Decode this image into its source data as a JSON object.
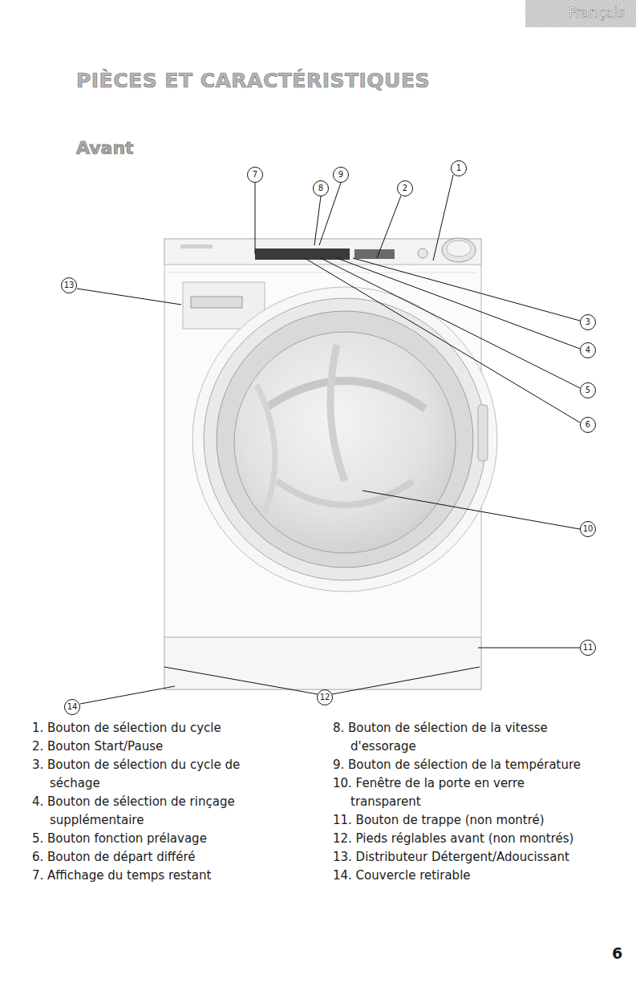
{
  "diagram": {
    "title": "PIÈCES ET CARACTÉRISTIQUES",
    "nodes": [
      {
        "text": [
          "Français"
        ]
      }
    ],
    "labels": [
      "Avant",
      "7",
      "9",
      "8",
      "2",
      "1",
      "13",
      "3",
      "4",
      "5",
      "6",
      "10",
      "11",
      "14",
      "12",
      "1. Bouton de sélection du cycle",
      "2. Bouton Start/Pause",
      "3. Bouton de sélection du cycle de séchage",
      "4. Bouton de sélection de rinçage supplémentaire",
      "5. Bouton fonction prélavage",
      "6. Bouton de départ différé",
      "7. Affichage du temps restant",
      "8. Bouton de sélection de la vitesse d'essorage",
      "9. Bouton de sélection de la température",
      "10. Fenêtre de la porte en verre transparent",
      "11. Bouton de trappe (non montré)",
      "12. Pieds réglables avant (non montrés)",
      "13. Distributeur Détergent/Adoucissant",
      "14. Couvercle retirable",
      "6"
    ]
  }
}
